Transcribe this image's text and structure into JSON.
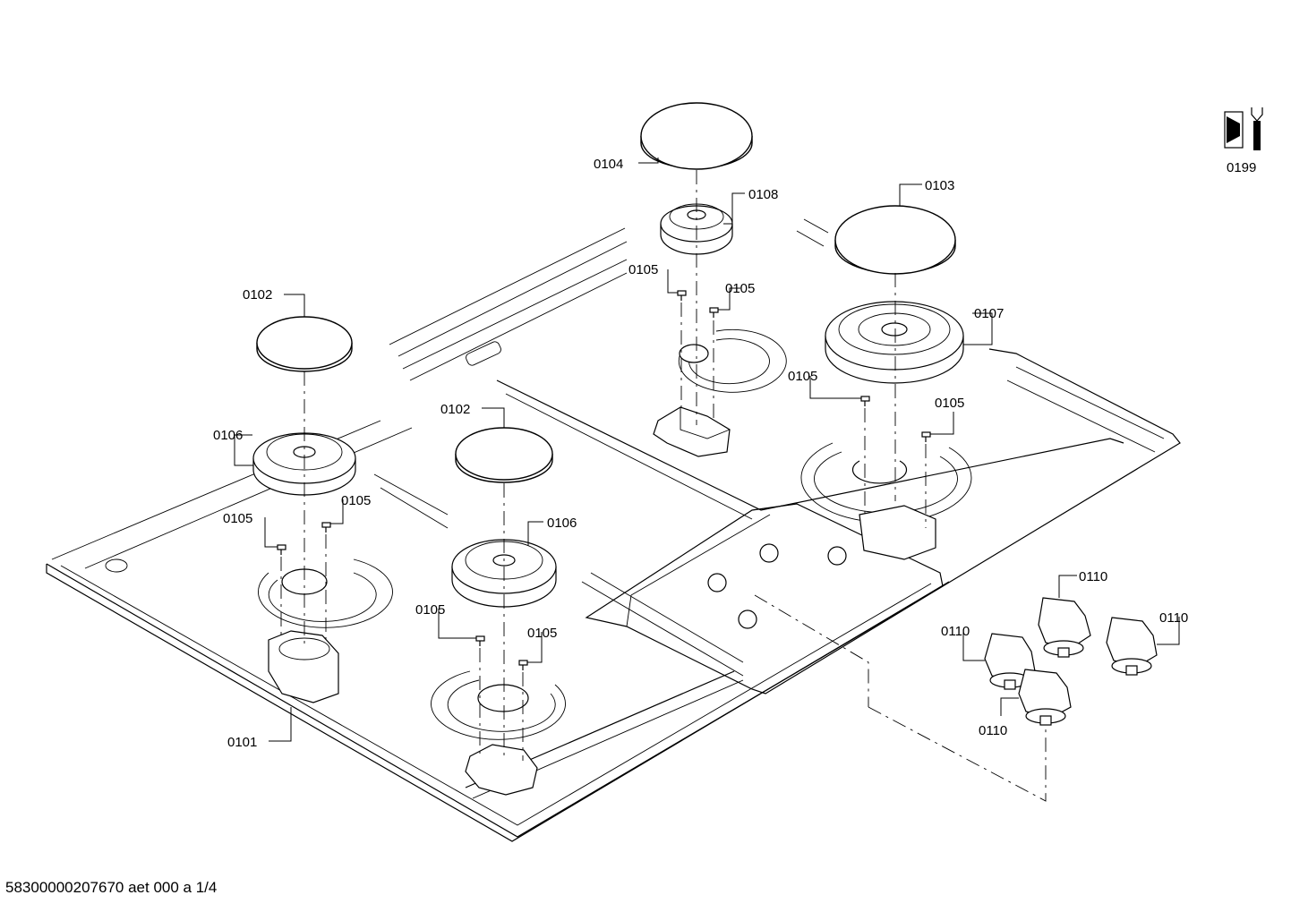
{
  "callouts": {
    "c0101": "0101",
    "c0102a": "0102",
    "c0102b": "0102",
    "c0103": "0103",
    "c0104": "0104",
    "c0105a": "0105",
    "c0105b": "0105",
    "c0105c": "0105",
    "c0105d": "0105",
    "c0105e": "0105",
    "c0105f": "0105",
    "c0105g": "0105",
    "c0105h": "0105",
    "c0106a": "0106",
    "c0106b": "0106",
    "c0107": "0107",
    "c0108": "0108",
    "c0110a": "0110",
    "c0110b": "0110",
    "c0110c": "0110",
    "c0110d": "0110",
    "c0199": "0199"
  },
  "footer": {
    "doc_id": "58300000207670 aet 000 a 1/4"
  },
  "icons": {
    "service": "service-tool-icon"
  }
}
